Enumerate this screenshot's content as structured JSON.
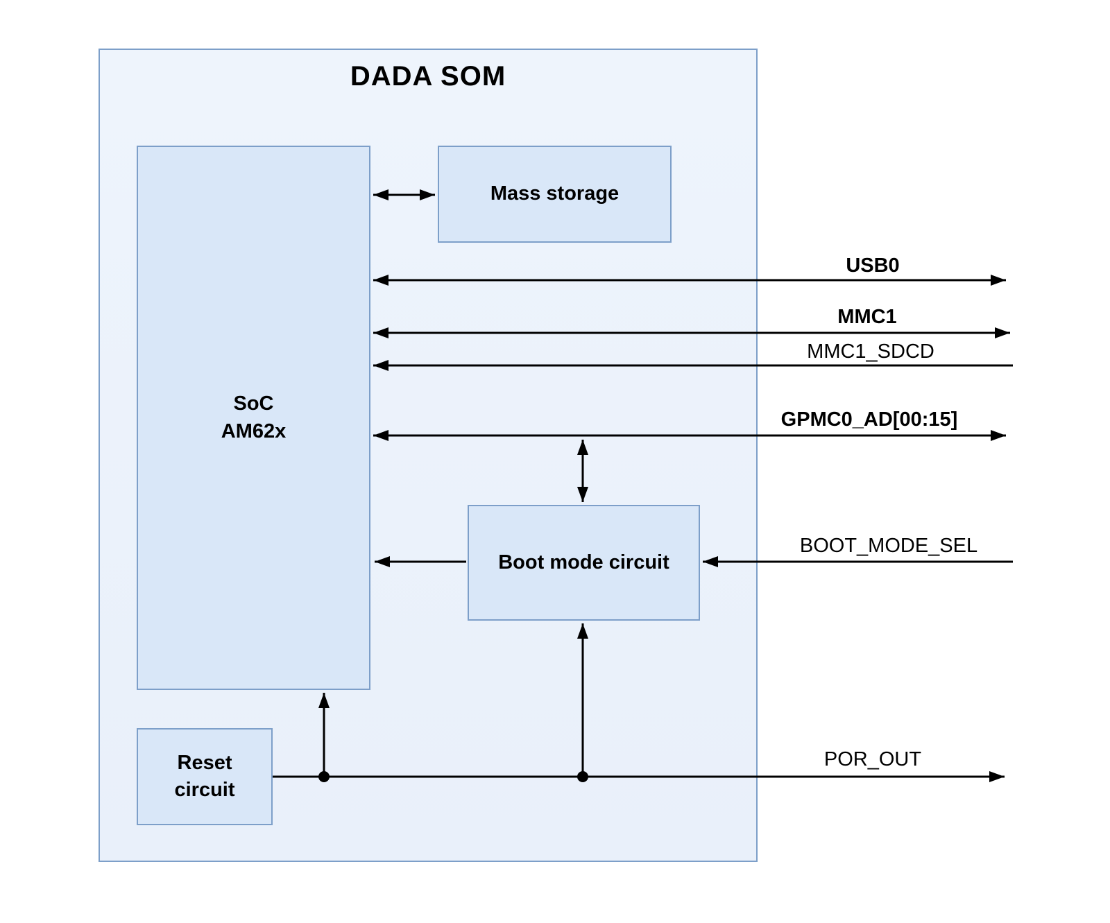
{
  "diagram": {
    "title": "DADA SOM",
    "blocks": {
      "soc": {
        "line1": "SoC",
        "line2": "AM62x"
      },
      "mass_storage": {
        "label": "Mass storage"
      },
      "boot_mode": {
        "label": "Boot mode circuit"
      },
      "reset": {
        "line1": "Reset",
        "line2": "circuit"
      }
    },
    "signals": {
      "usb0": {
        "label": "USB0"
      },
      "mmc1": {
        "label": "MMC1"
      },
      "mmc1_sdcd": {
        "label": "MMC1_SDCD"
      },
      "gpmc0_ad": {
        "label": "GPMC0_AD[00:15]"
      },
      "boot_mode_sel": {
        "label": "BOOT_MODE_SEL"
      },
      "por_out": {
        "label": "POR_OUT"
      }
    },
    "colors": {
      "outer_fill": "#eef4fc",
      "block_fill": "#d9e7f8",
      "border": "#7d9fc9",
      "wire": "#000000"
    }
  }
}
